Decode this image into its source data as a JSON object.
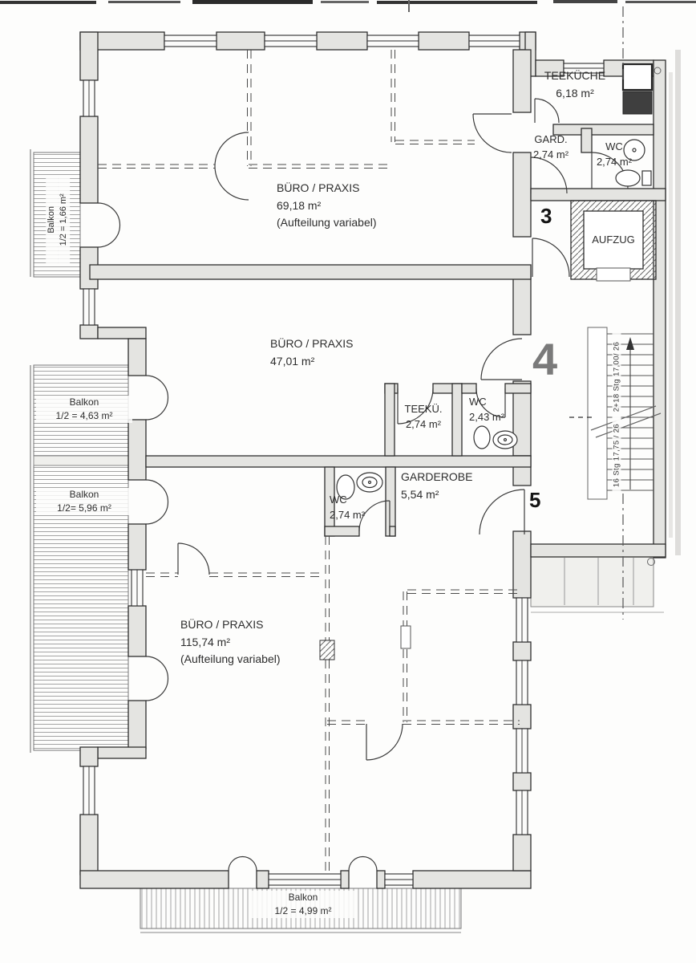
{
  "plan": {
    "rooms": [
      {
        "id": "teekueche-top",
        "name": "TEEKÜCHE",
        "area": "6,18 m²"
      },
      {
        "id": "gard",
        "name": "GARD.",
        "area": "2,74 m²"
      },
      {
        "id": "wc-top",
        "name": "WC",
        "area": "2,74 m²"
      },
      {
        "id": "buero-top",
        "name": "BÜRO / PRAXIS",
        "area": "69,18 m²",
        "note": "(Aufteilung variabel)"
      },
      {
        "id": "aufzug",
        "name": "AUFZUG"
      },
      {
        "id": "buero-mid",
        "name": "BÜRO / PRAXIS",
        "area": "47,01 m²"
      },
      {
        "id": "teekue-mid",
        "name": "TEEKÜ.",
        "area": "2,74 m²"
      },
      {
        "id": "wc-mid",
        "name": "WC",
        "area": "2,43 m²"
      },
      {
        "id": "wc-lower",
        "name": "WC",
        "area": "2,74 m²"
      },
      {
        "id": "garderobe",
        "name": "GARDEROBE",
        "area": "5,54 m²"
      },
      {
        "id": "buero-bottom",
        "name": "BÜRO / PRAXIS",
        "area": "115,74 m²",
        "note": "(Aufteilung variabel)"
      }
    ],
    "balconies": [
      {
        "id": "balkon-top-left",
        "name": "Balkon",
        "area": "1/2 = 1,66 m²"
      },
      {
        "id": "balkon-mid-left",
        "name": "Balkon",
        "area": "1/2 = 4,63 m²"
      },
      {
        "id": "balkon-lower-left",
        "name": "Balkon",
        "area": "1/2= 5,96 m²"
      },
      {
        "id": "balkon-bottom",
        "name": "Balkon",
        "area": "1/2 = 4,99 m²"
      }
    ],
    "unit_numbers": [
      {
        "label": "3"
      },
      {
        "label": "4"
      },
      {
        "label": "5"
      }
    ],
    "stairs": {
      "upper_run": "2+18 Stg 17,00/ 26",
      "lower_run": "16 Stg 17,75 / 26"
    },
    "colors": {
      "line": "#2f2f2f",
      "wall_fill": "#e4e4e1",
      "hatch": "#8f8f8f",
      "unit_number_gray": "#7a7a7a",
      "paper": "#ffffff"
    }
  }
}
